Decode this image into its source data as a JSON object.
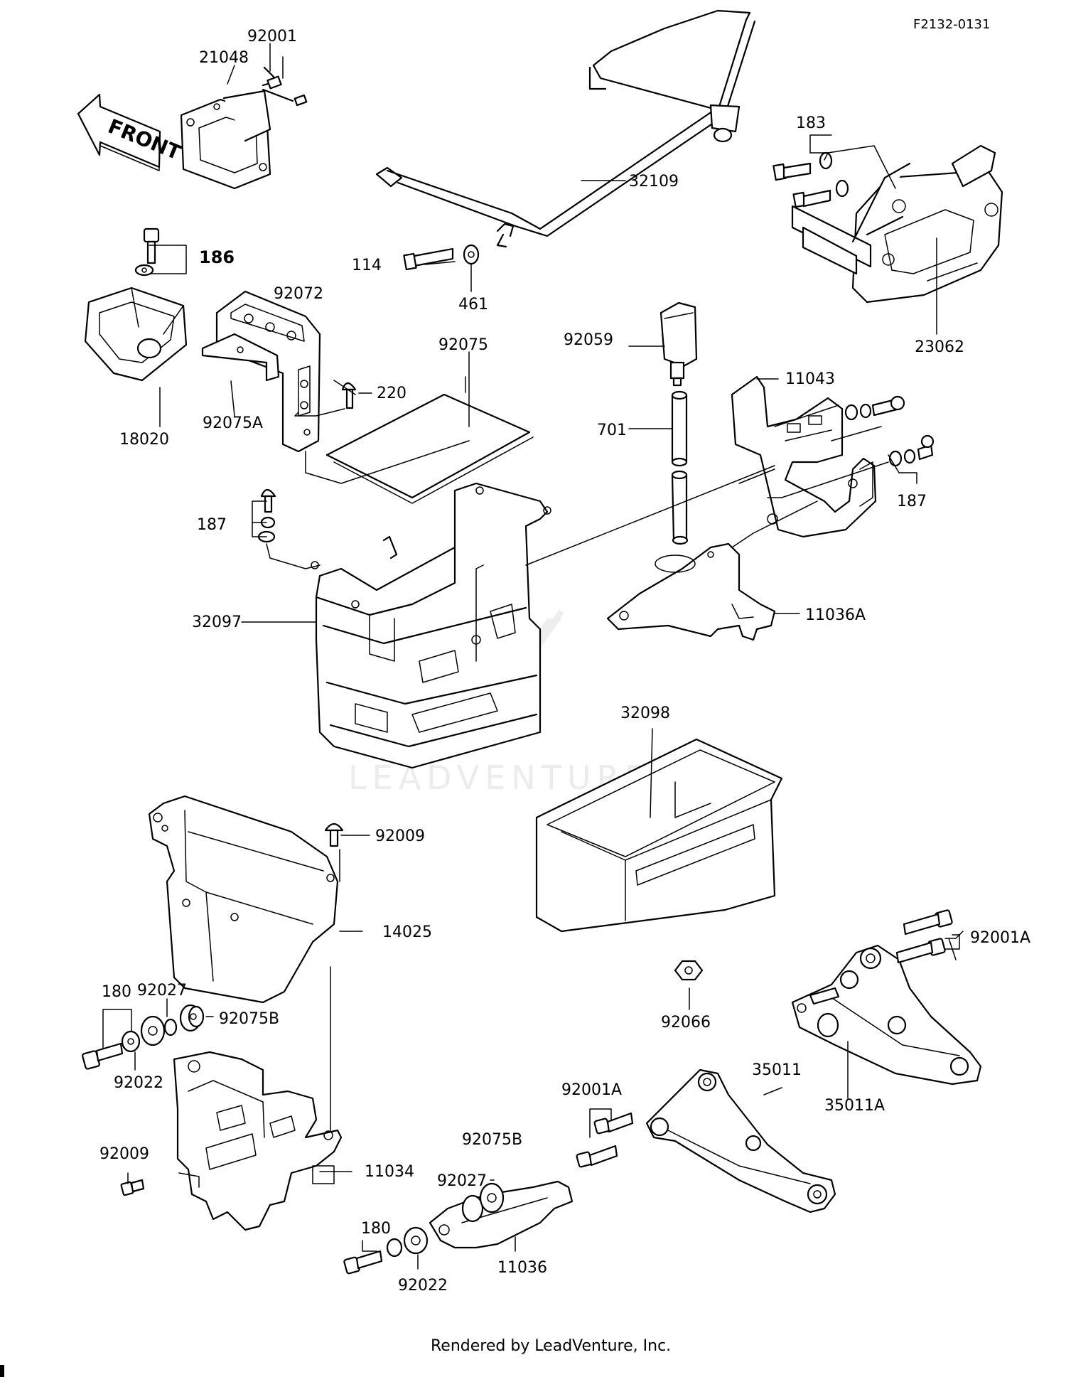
{
  "figure_code": "F2132-0131",
  "direction_label": "FRONT",
  "watermark": "LEADVENTURE",
  "footer": "Rendered by LeadVenture, Inc.",
  "parts": {
    "p92001": "92001",
    "p21048": "21048",
    "p32109": "32109",
    "p183": "183",
    "p186": "186",
    "p114": "114",
    "p461": "461",
    "p92072": "92072",
    "p23062": "23062",
    "p92075": "92075",
    "p92059": "92059",
    "p220": "220",
    "p92075A": "92075A",
    "p18020": "18020",
    "p11043": "11043",
    "p701": "701",
    "p187a": "187",
    "p187b": "187",
    "p32097": "32097",
    "p11036A": "11036A",
    "p32098": "32098",
    "p92009a": "92009",
    "p14025": "14025",
    "p92001Aa": "92001A",
    "p180a": "180",
    "p92027a": "92027",
    "p92075Ba": "92075B",
    "p92066": "92066",
    "p92022a": "92022",
    "p35011": "35011",
    "p92001Ab": "92001A",
    "p35011A": "35011A",
    "p92009b": "92009",
    "p92075Bb": "92075B",
    "p11034": "11034",
    "p92027b": "92027",
    "p180b": "180",
    "p11036": "11036",
    "p92022b": "92022"
  }
}
